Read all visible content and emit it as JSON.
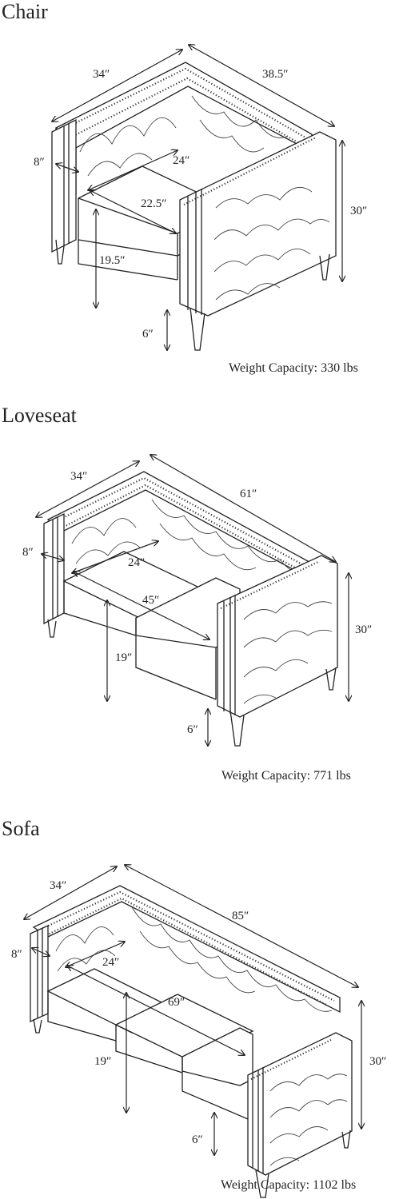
{
  "sections": [
    {
      "key": "chair",
      "title": "Chair",
      "weight": "Weight Capacity: 330 lbs",
      "dims": {
        "depth": "34″",
        "width": "38.5″",
        "arm": "8″",
        "seat_depth": "24″",
        "seat_width": "22.5″",
        "height": "30″",
        "seat_height": "19.5″",
        "leg": "6″"
      }
    },
    {
      "key": "loveseat",
      "title": "Loveseat",
      "weight": "Weight Capacity: 771 lbs",
      "dims": {
        "depth": "34″",
        "width": "61″",
        "arm": "8″",
        "seat_depth": "24″",
        "seat_width": "45″",
        "height": "30″",
        "seat_height": "19″",
        "leg": "6″"
      }
    },
    {
      "key": "sofa",
      "title": "Sofa",
      "weight": "Weight Capacity: 1102 lbs",
      "dims": {
        "depth": "34″",
        "width": "85″",
        "arm": "8″",
        "seat_depth": "24″",
        "seat_width": "69″",
        "height": "30″",
        "seat_height": "19″",
        "leg": "6″"
      }
    }
  ]
}
